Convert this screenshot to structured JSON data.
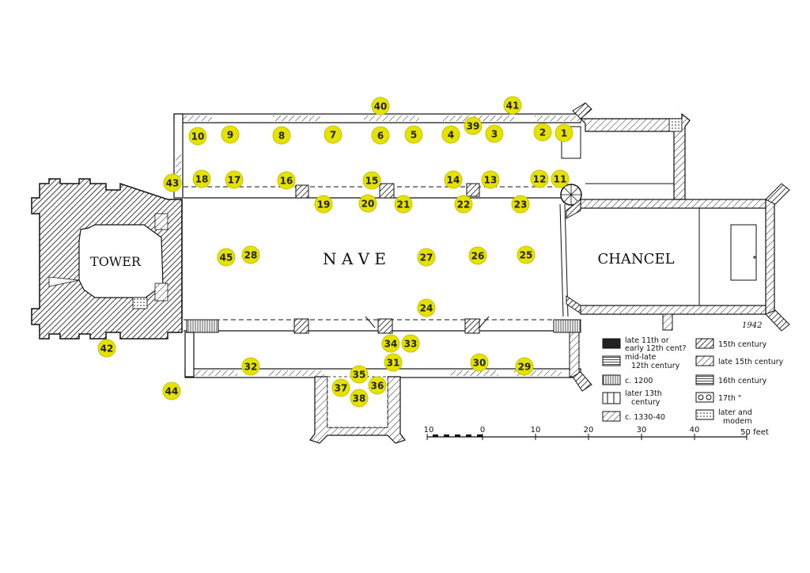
{
  "labels": {
    "tower": "TOWER",
    "nave": "N A V E",
    "chancel": "CHANCEL",
    "year": "1942"
  },
  "markers": [
    "1",
    "2",
    "3",
    "4",
    "5",
    "6",
    "7",
    "8",
    "9",
    "10",
    "11",
    "12",
    "13",
    "14",
    "15",
    "16",
    "17",
    "18",
    "19",
    "20",
    "21",
    "22",
    "23",
    "24",
    "25",
    "26",
    "27",
    "28",
    "29",
    "30",
    "31",
    "32",
    "33",
    "34",
    "35",
    "36",
    "37",
    "38",
    "39",
    "40",
    "41",
    "42",
    "43",
    "44",
    "45"
  ],
  "key": {
    "items": [
      {
        "lines": [
          "late 11th or",
          "early 12th cent?"
        ]
      },
      {
        "lines": [
          "mid-late",
          "12th century"
        ]
      },
      {
        "lines": [
          "c. 1200"
        ]
      },
      {
        "lines": [
          "later 13th",
          "century"
        ]
      },
      {
        "lines": [
          "c. 1330-40"
        ]
      },
      {
        "lines": [
          "15th century"
        ]
      },
      {
        "lines": [
          "late 15th century"
        ]
      },
      {
        "lines": [
          "16th century"
        ]
      },
      {
        "lines": [
          "17th  \""
        ]
      },
      {
        "lines": [
          "later and",
          "modern"
        ]
      }
    ]
  },
  "scale": {
    "ticks": [
      "10",
      "0",
      "10",
      "20",
      "30",
      "40"
    ],
    "end_label": "50 feet"
  }
}
